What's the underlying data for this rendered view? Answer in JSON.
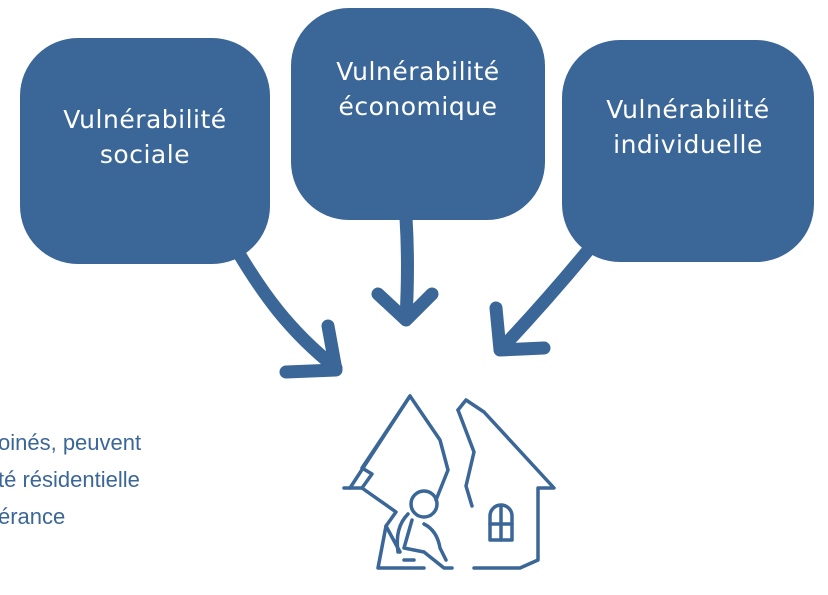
{
  "colors": {
    "primary": "#3b6698",
    "text_on_primary": "#ffffff",
    "background": "#ffffff"
  },
  "bubbles": [
    {
      "lines": [
        "Vulnérabilité",
        "sociale"
      ]
    },
    {
      "lines": [
        "Vulnérabilité",
        "économique"
      ]
    },
    {
      "lines": [
        "Vulnérabilité",
        "individuelle"
      ]
    }
  ],
  "side_text": {
    "lines": [
      "oinés, peuvent",
      "té résidentielle",
      "érance"
    ]
  },
  "icon": "broken-house-person-icon"
}
